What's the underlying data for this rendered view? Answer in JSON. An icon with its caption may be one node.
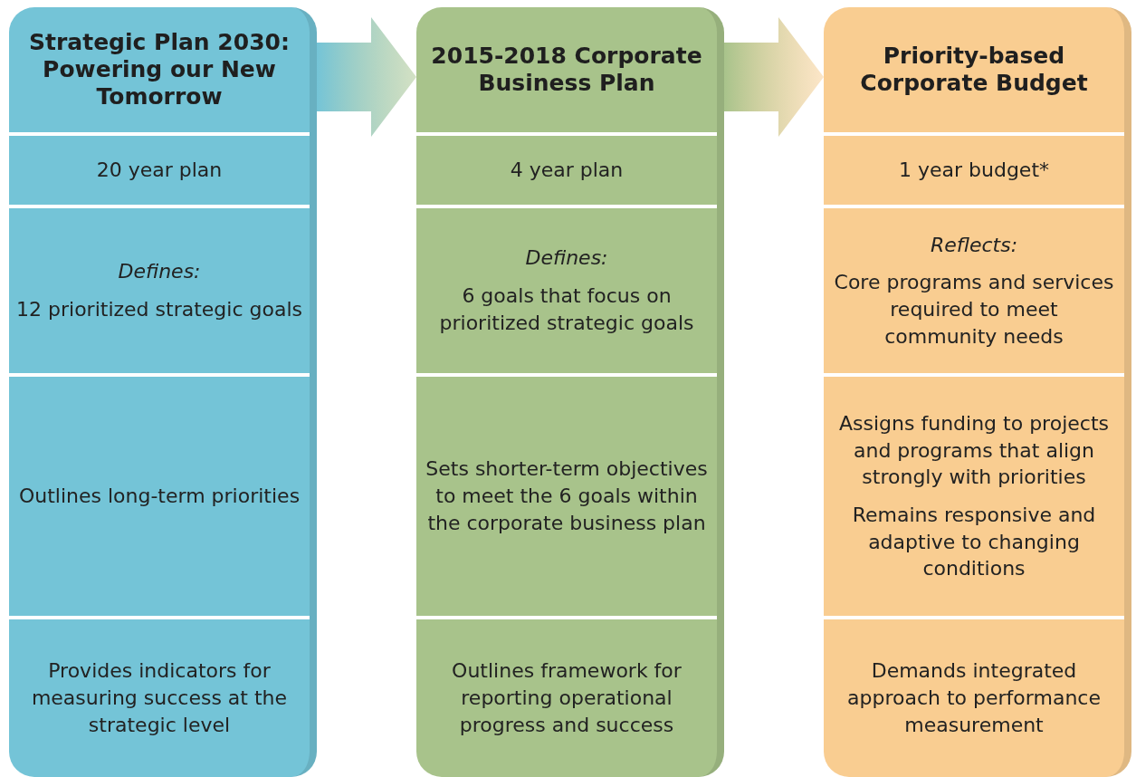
{
  "diagram": {
    "nodes": [
      {
        "text": [
          "Strategic Plan 2030: Powering our New Tomorrow"
        ]
      },
      {
        "text": [
          "20 year plan"
        ],
        "in": 0
      },
      {
        "text": [
          "Defines:",
          "12 prioritized strategic goals"
        ],
        "in": 0
      },
      {
        "text": [
          "Outlines long-term priorities"
        ],
        "in": 0
      },
      {
        "text": [
          "Provides indicators for measuring success at the strategic level"
        ],
        "in": 0
      },
      {
        "text": [
          "2015-2018 Corporate Business Plan"
        ]
      },
      {
        "text": [
          "4 year plan"
        ],
        "in": 5
      },
      {
        "text": [
          "Defines:",
          "6 goals that focus on prioritized strategic goals"
        ],
        "in": 5
      },
      {
        "text": [
          "Sets shorter-term objectives to meet the 6 goals within the corporate business plan"
        ],
        "in": 5
      },
      {
        "text": [
          "Outlines framework for reporting operational progress and success"
        ],
        "in": 5
      },
      {
        "text": [
          "Priority-based Corporate Budget"
        ]
      },
      {
        "text": [
          "1 year budget*"
        ],
        "in": 10
      },
      {
        "text": [
          "Reflects:",
          "Core programs and services required to meet community needs"
        ],
        "in": 10
      },
      {
        "text": [
          "Assigns funding to projects and programs that align strongly with priorities",
          "Remains responsive and adaptive to changing conditions"
        ],
        "in": 10
      },
      {
        "text": [
          "Demands integrated approach to performance measurement"
        ],
        "in": 10
      }
    ],
    "edges": [
      {
        "from": 0,
        "to": 5,
        "arrow": "to"
      },
      {
        "from": 5,
        "to": 10,
        "arrow": "to"
      }
    ]
  }
}
